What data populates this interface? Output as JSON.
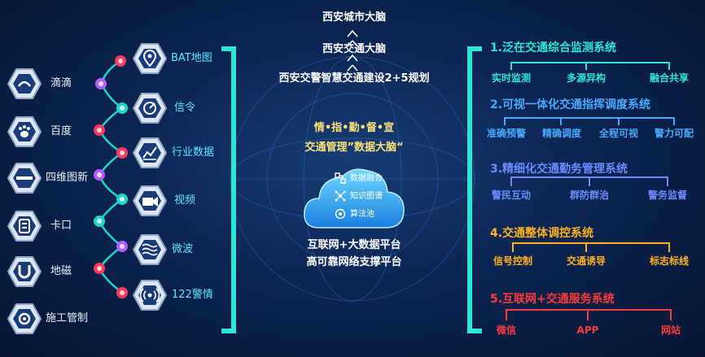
{
  "header_lines": [
    "西安城市大脑",
    "西安交通大脑",
    "西安交警智慧交通建设2+5规划"
  ],
  "left_sources": [
    {
      "label": "滴滴",
      "icon": "didi-icon"
    },
    {
      "label": "百度",
      "icon": "baidu-paw-icon"
    },
    {
      "label": "四维图新",
      "icon": "navinfo-icon"
    },
    {
      "label": "卡口",
      "icon": "checkpoint-icon"
    },
    {
      "label": "地磁",
      "icon": "magnet-icon"
    },
    {
      "label": "施工管制",
      "icon": "construction-gear-icon"
    }
  ],
  "right_sources": [
    {
      "label": "BAT地图",
      "icon": "map-pin-icon"
    },
    {
      "label": "信令",
      "icon": "signal-scan-icon"
    },
    {
      "label": "行业数据",
      "icon": "line-chart-icon"
    },
    {
      "label": "视频",
      "icon": "video-camera-icon"
    },
    {
      "label": "微波",
      "icon": "microwave-icon"
    },
    {
      "label": "122警情",
      "icon": "broadcast-icon"
    }
  ],
  "center": {
    "caption_1": "情•指•勤•督•宣",
    "caption_2": "交通管理”数据大脑“",
    "cloud_items": [
      {
        "label": "数据融合",
        "icon": "data-fusion-icon"
      },
      {
        "label": "知识图谱",
        "icon": "knowledge-graph-icon"
      },
      {
        "label": "算法池",
        "icon": "algorithm-icon"
      }
    ],
    "platform_1": "互联网+大数据平台",
    "platform_2": "高可靠网络支撑平台"
  },
  "systems": [
    {
      "title": "1.泛在交通综合监测系统",
      "color": "#2ee6d6",
      "items": [
        "实时监测",
        "多源异构",
        "融合共享"
      ]
    },
    {
      "title": "2.可视一体化交通指挥调度系统",
      "color": "#4aa8ff",
      "items": [
        "准确预警",
        "精确调度",
        "全程可视",
        "警力可配"
      ]
    },
    {
      "title": "3.精细化交通勤务管理系统",
      "color": "#6b8cff",
      "items": [
        "警民互动",
        "群防群治",
        "警务监督"
      ]
    },
    {
      "title": "4.交通整体调控系统",
      "color": "#ffb21e",
      "items": [
        "信号控制",
        "交通诱导",
        "标志标线"
      ]
    },
    {
      "title": "5.互联网+交通服务系统",
      "color": "#ff3b3b",
      "items": [
        "微信",
        "APP",
        "网站"
      ]
    }
  ],
  "colors": {
    "bracket": "#2ee6d6",
    "chain_red": "#ff3b5c",
    "chain_cyan": "#20d6c8",
    "chain_purple": "#b45cff"
  }
}
